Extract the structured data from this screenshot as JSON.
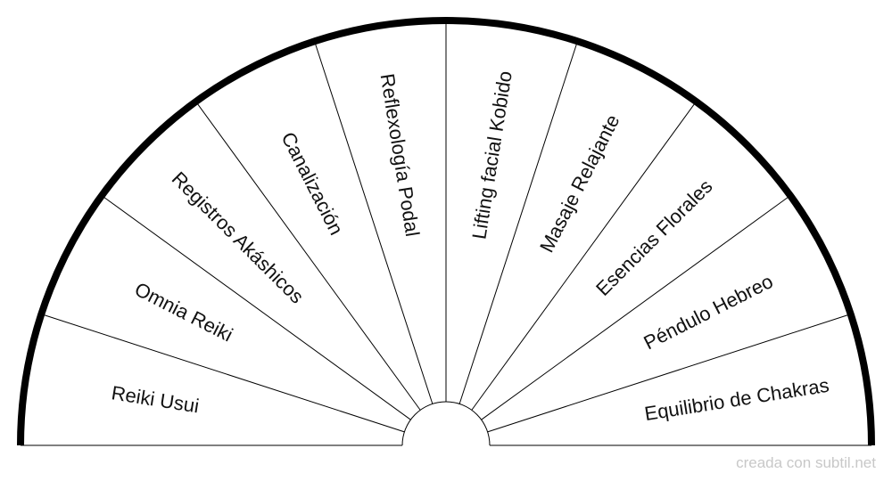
{
  "pendulum_chart": {
    "sectors": [
      "Reiki Usui",
      "Omnia Reiki",
      "Registros Akáshicos",
      "Canalización",
      "Reflexología Podal",
      "Lifting facial Kobido",
      "Masaje Relajante",
      "Esencias Florales",
      "Péndulo Hebreo",
      "Equilibrio de Chakras"
    ],
    "colors": {
      "outer_arc": "#000000",
      "divider_lines": "#000000",
      "label_text": "#111111",
      "background": "#ffffff"
    }
  },
  "footer": {
    "credit": "creada con subtil.net"
  }
}
